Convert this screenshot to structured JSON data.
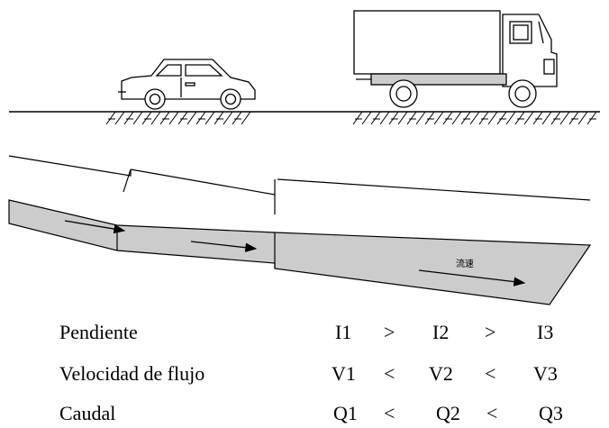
{
  "flow_label": "流速",
  "icons": [
    "car-icon",
    "truck-icon",
    "ground-hatch-icon",
    "arrow-icon"
  ],
  "colors": {
    "water": "#cccccc",
    "line": "#000000",
    "background": "#ffffff"
  },
  "rows": [
    {
      "label": "Pendiente",
      "v1": "I1",
      "op1": ">",
      "v2": "I2",
      "op2": ">",
      "v3": "I3"
    },
    {
      "label": "Velocidad de flujo",
      "v1": "V1",
      "op1": "<",
      "v2": "V2",
      "op2": "<",
      "v3": "V3"
    },
    {
      "label": "Caudal",
      "v1": "Q1",
      "op1": "<",
      "v2": "Q2",
      "op2": "<",
      "v3": "Q3"
    }
  ]
}
